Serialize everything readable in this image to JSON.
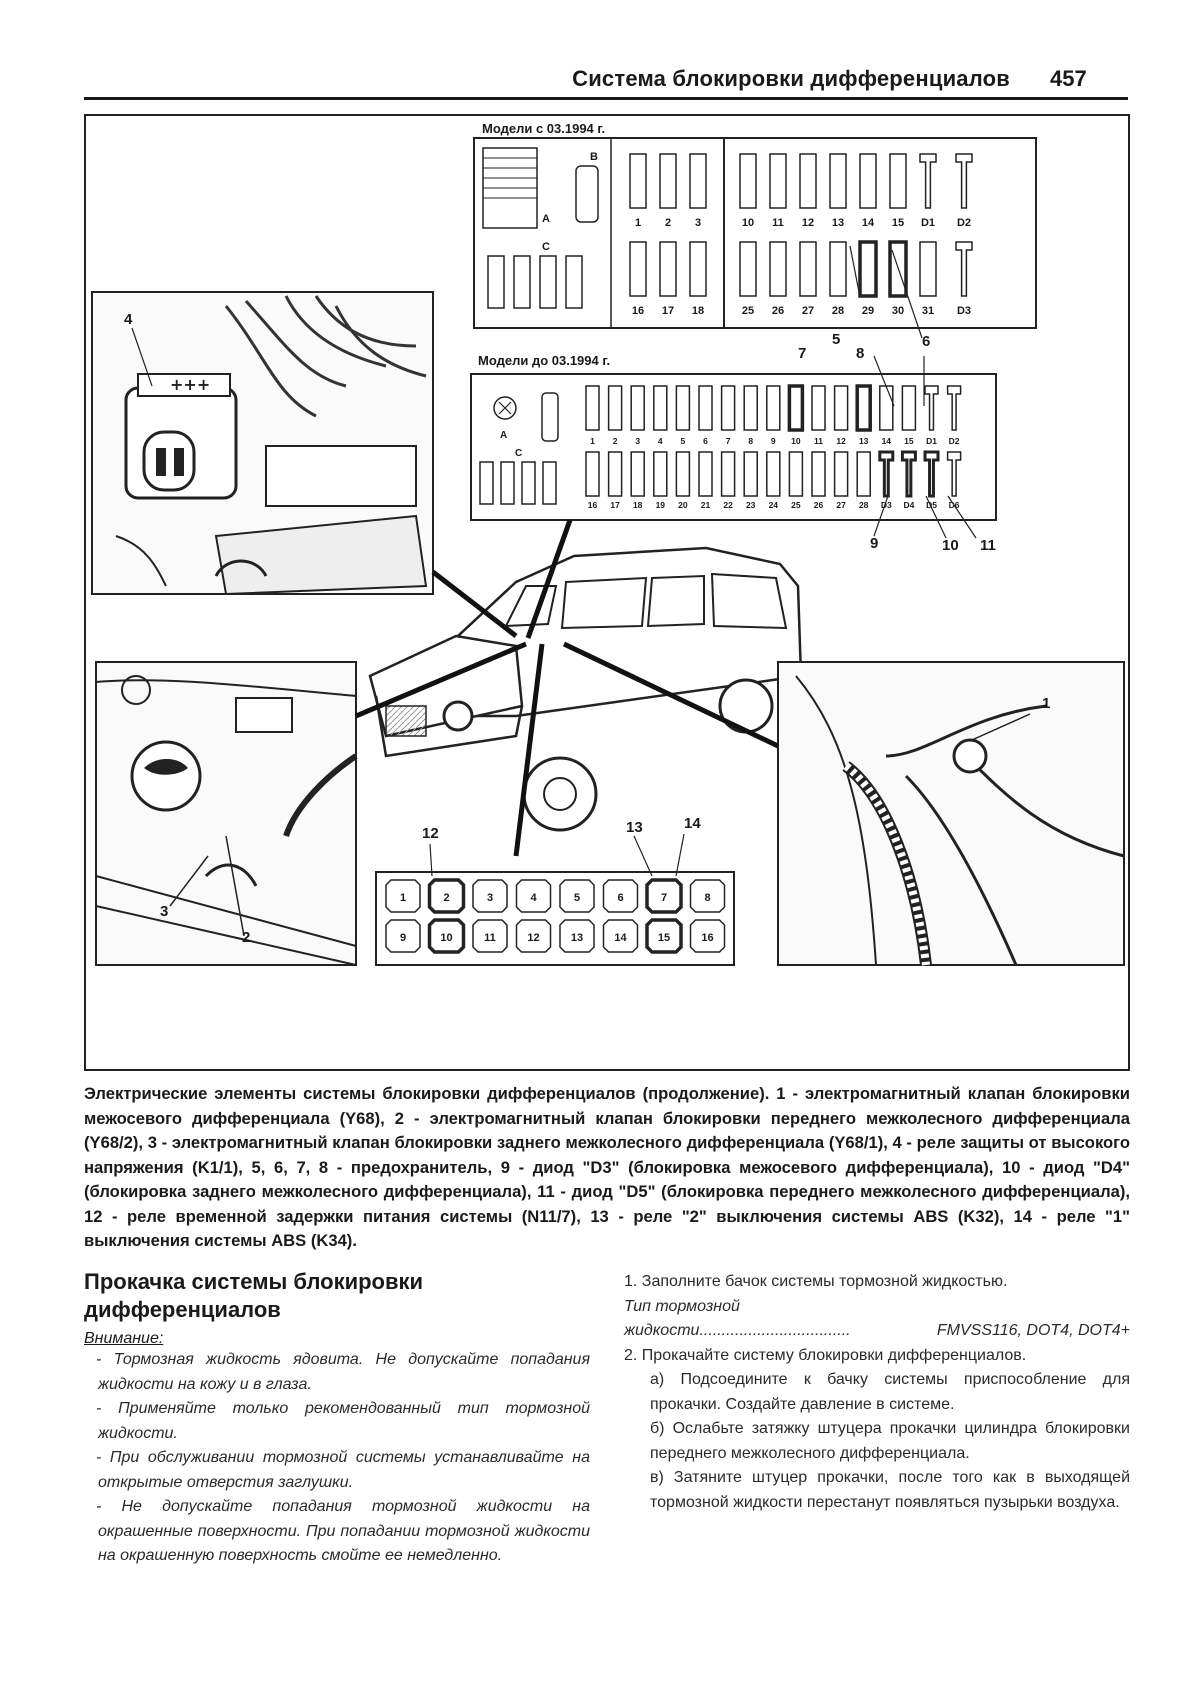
{
  "header": {
    "title": "Система блокировки дифференциалов",
    "page_number": "457"
  },
  "figure": {
    "fusebox_new": {
      "title": "Модели с 03.1994 г.",
      "label_a": "A",
      "label_b": "B",
      "label_c": "C",
      "top_row": [
        "1",
        "2",
        "3",
        "10",
        "11",
        "12",
        "13",
        "14",
        "15",
        "D1",
        "D2"
      ],
      "bottom_row": [
        "16",
        "17",
        "18",
        "25",
        "26",
        "27",
        "28",
        "29",
        "30",
        "31",
        "D3"
      ]
    },
    "fusebox_old": {
      "title": "Модели до 03.1994 г.",
      "label_a": "A",
      "label_c": "C",
      "top_row": [
        "1",
        "2",
        "3",
        "4",
        "5",
        "6",
        "7",
        "8",
        "9",
        "10",
        "11",
        "12",
        "13",
        "14",
        "15",
        "D1",
        "D2"
      ],
      "bottom_row": [
        "16",
        "17",
        "18",
        "19",
        "20",
        "21",
        "22",
        "23",
        "24",
        "25",
        "26",
        "27",
        "28",
        "D3",
        "D4",
        "D5",
        "D6"
      ]
    },
    "relay_panel": {
      "top_row": [
        "1",
        "2",
        "3",
        "4",
        "5",
        "6",
        "7",
        "8"
      ],
      "bottom_row": [
        "9",
        "10",
        "11",
        "12",
        "13",
        "14",
        "15",
        "16"
      ]
    },
    "callouts": [
      "1",
      "2",
      "3",
      "4",
      "5",
      "6",
      "7",
      "8",
      "9",
      "10",
      "11",
      "12",
      "13",
      "14"
    ]
  },
  "caption": "Электрические элементы системы блокировки дифференциалов (продолжение). 1 - электромагнитный клапан блокировки межосевого дифференциала (Y68), 2 - электромагнитный клапан блокировки переднего межколесного дифференциала (Y68/2), 3 - электромагнитный клапан блокировки заднего межколесного дифференциала (Y68/1), 4 - реле защиты от высокого напряжения (K1/1), 5, 6, 7, 8 - предохранитель, 9 - диод \"D3\" (блокировка межосевого дифференциала), 10 - диод \"D4\" (блокировка заднего межколесного дифференциала), 11 - диод \"D5\" (блокировка переднего межколесного дифференциала), 12 - реле временной задержки питания системы (N11/7), 13 - реле \"2\" выключения системы ABS (K32), 14 - реле \"1\" выключения системы ABS (K34).",
  "left": {
    "title": "Прокачка системы блокировки дифференциалов",
    "warning_label": "Внимание:",
    "warnings": [
      "- Тормозная жидкость ядовита. Не допускайте попадания жидкости на кожу и в глаза.",
      "- Применяйте только рекомендованный тип тормозной жидкости.",
      "- При обслуживании тормозной системы устанавливайте на открытые отверстия заглушки.",
      "- Не допускайте попадания тормозной жидкости на окрашенные поверхности. При попадании тормозной жидкости на окрашенную поверхность смойте ее немедленно."
    ]
  },
  "right": {
    "step1": "1. Заполните бачок системы тормозной жидкостью.",
    "spec_label_1": "Тип тормозной",
    "spec_label_2": "жидкости",
    "spec_dots": "..................................",
    "spec_value": "FMVSS116, DOT4, DOT4+",
    "step2": "2. Прокачайте систему блокировки дифференциалов.",
    "sub_a": "а) Подсоедините к бачку системы приспособление для прокачки. Создайте давление в системе.",
    "sub_b": "б) Ослабьте затяжку штуцера прокачки цилиндра блокировки переднего межколесного дифференциала.",
    "sub_c": "в) Затяните штуцер прокачки, после того как в выходящей тормозной жидкости перестанут появляться пузырьки воздуха."
  }
}
